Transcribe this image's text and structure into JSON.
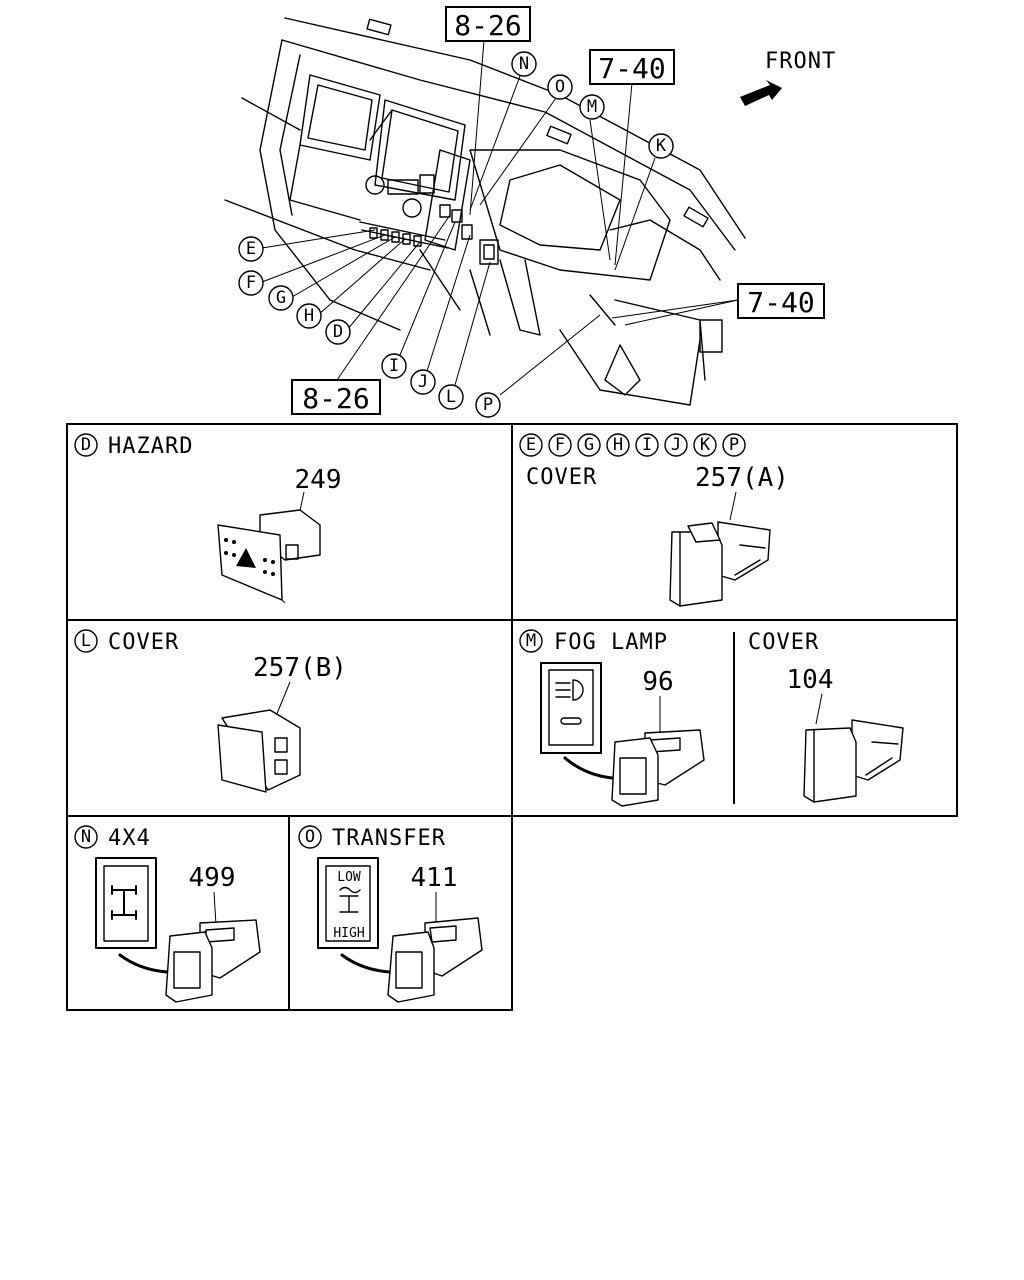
{
  "overview": {
    "front_label": "FRONT",
    "refs": [
      "8-26",
      "7-40",
      "7-40",
      "8-26"
    ],
    "callouts": [
      "N",
      "O",
      "M",
      "K",
      "E",
      "F",
      "G",
      "H",
      "D",
      "I",
      "J",
      "L",
      "P"
    ]
  },
  "panels": {
    "hazard": {
      "letters": [
        "D"
      ],
      "title": "HAZARD",
      "part": "249"
    },
    "cover_a": {
      "letters": [
        "E",
        "F",
        "G",
        "H",
        "I",
        "J",
        "K",
        "P"
      ],
      "title": "COVER",
      "part": "257(A)"
    },
    "cover_b": {
      "letters": [
        "L"
      ],
      "title": "COVER",
      "part": "257(B)"
    },
    "fog_lamp": {
      "letters": [
        "M"
      ],
      "title": "FOG  LAMP",
      "part": "96",
      "cover_title": "COVER",
      "cover_part": "104"
    },
    "four_by_four": {
      "letters": [
        "N"
      ],
      "title": "4X4",
      "part": "499"
    },
    "transfer": {
      "letters": [
        "O"
      ],
      "title": "TRANSFER",
      "part": "411",
      "label_low": "LOW",
      "label_high": "HIGH"
    }
  }
}
